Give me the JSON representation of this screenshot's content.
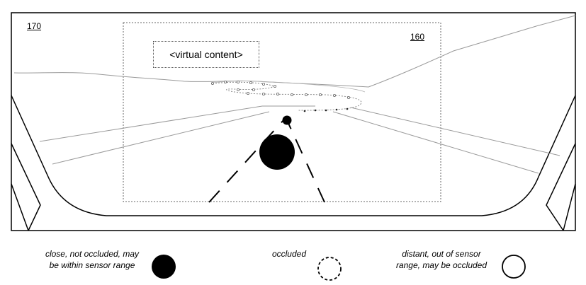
{
  "labels": {
    "windshield_ref": "170",
    "display_region_ref": "160",
    "virtual_content": "<virtual content>"
  },
  "legend": {
    "close": {
      "line1": "close, not occluded, may",
      "line2": "be within sensor range"
    },
    "occluded": {
      "line1": "occluded"
    },
    "distant": {
      "line1": "distant, out of sensor",
      "line2": "range, may be occluded"
    }
  },
  "colors": {
    "line": "#000000",
    "faint": "#9a9a9a",
    "marker_fill": "#000000"
  }
}
